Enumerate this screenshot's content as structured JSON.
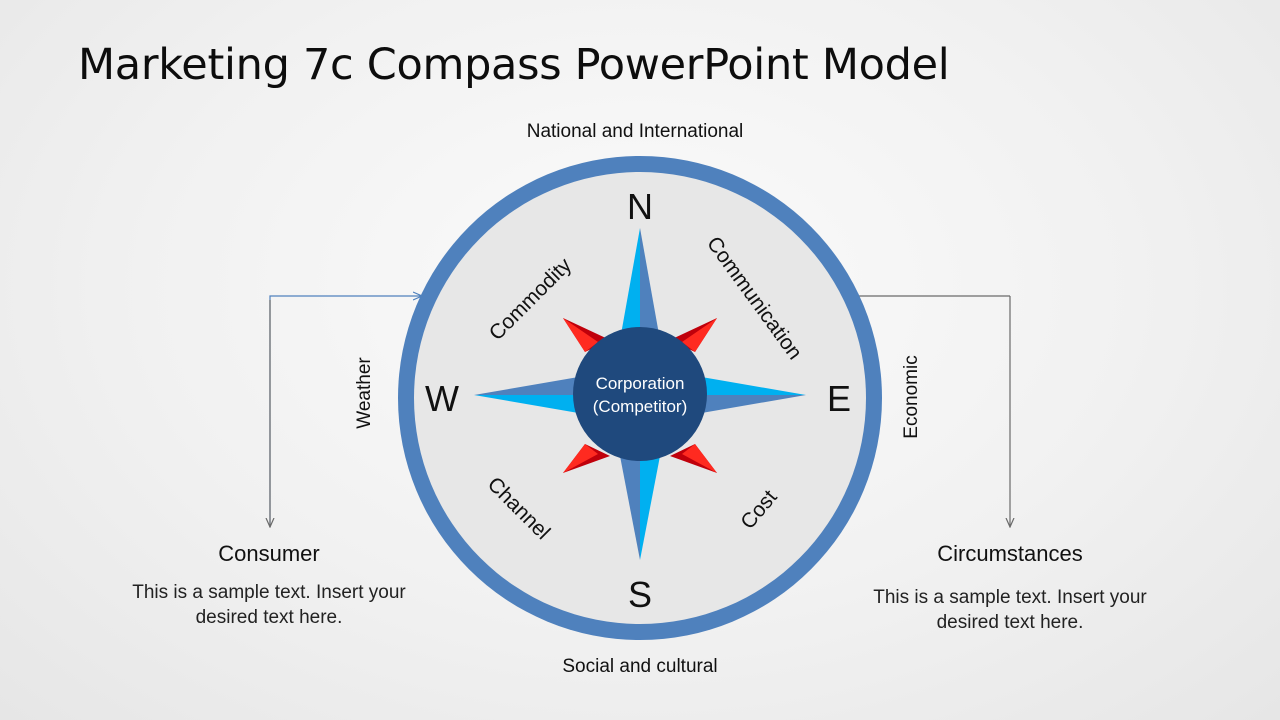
{
  "title": "Marketing 7c Compass PowerPoint Model",
  "directions": {
    "north": "N",
    "south": "S",
    "east": "E",
    "west": "W"
  },
  "outer_labels": {
    "top": "National and International",
    "bottom": "Social and cultural",
    "left": "Weather",
    "right": "Economic"
  },
  "inner_labels": {
    "commodity": "Commodity",
    "communication": "Communication",
    "channel": "Channel",
    "cost": "Cost"
  },
  "center": {
    "line1": "Corporation",
    "line2": "(Competitor)"
  },
  "left_box": {
    "heading": "Consumer",
    "text": "This is a sample text. Insert your desired text here."
  },
  "right_box": {
    "heading": "Circumstances",
    "text": "This is a sample text. Insert your desired text here."
  },
  "colors": {
    "ring": "#4f81bd",
    "face": "#e7e7e7",
    "hub": "#1f497d",
    "star_light": "#00b0f0",
    "star_dark": "#4f81bd",
    "diagonal_points": "#e0201b"
  }
}
